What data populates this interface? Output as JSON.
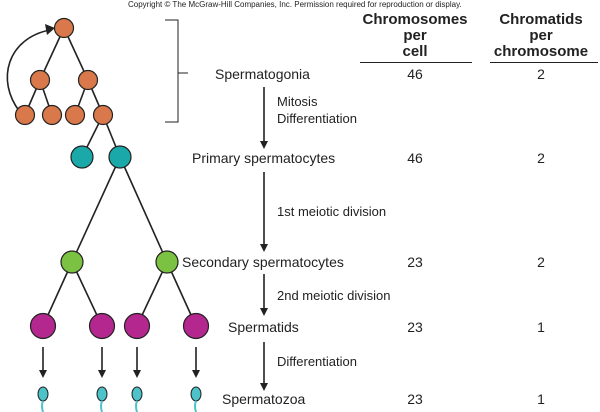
{
  "copyright": "Copyright © The McGraw-Hill Companies, Inc. Permission required for reproduction or display.",
  "headers": {
    "chromosomes": [
      "Chromosomes",
      "per",
      "cell"
    ],
    "chromatids": [
      "Chromatids",
      "per",
      "chromosome"
    ]
  },
  "stages": [
    {
      "name": "Spermatogonia",
      "chromosomes": "46",
      "chromatids": "2"
    },
    {
      "name": "Primary spermatocytes",
      "chromosomes": "46",
      "chromatids": "2"
    },
    {
      "name": "Secondary spermatocytes",
      "chromosomes": "23",
      "chromatids": "2"
    },
    {
      "name": "Spermatids",
      "chromosomes": "23",
      "chromatids": "1"
    },
    {
      "name": "Spermatozoa",
      "chromosomes": "23",
      "chromatids": "1"
    }
  ],
  "processes": [
    {
      "lines": [
        "Mitosis",
        "Differentiation"
      ]
    },
    {
      "lines": [
        "1st meiotic division"
      ]
    },
    {
      "lines": [
        "2nd meiotic division"
      ]
    },
    {
      "lines": [
        "Differentiation"
      ]
    }
  ],
  "colors": {
    "spermatogonia": "#d9784a",
    "primary": "#1aa8a8",
    "secondary": "#7cc242",
    "spermatid": "#b4278e",
    "sperm": "#4cc3c9",
    "line": "#222222"
  }
}
